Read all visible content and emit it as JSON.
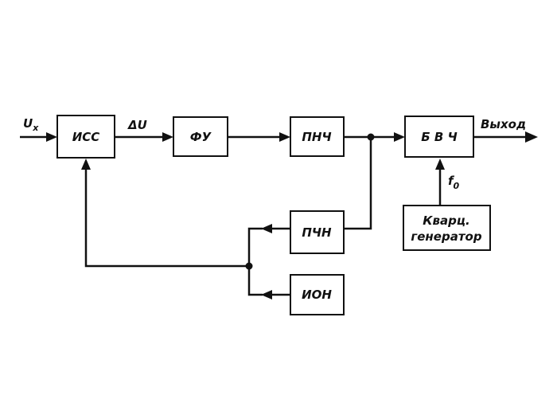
{
  "blocks": {
    "iss": "ИСС",
    "fu": "ФУ",
    "pnch": "ПНЧ",
    "bvch": "Б В Ч",
    "pchn": "ПЧН",
    "ion": "ИОН",
    "quartz_line1": "Кварц.",
    "quartz_line2": "генератор"
  },
  "signals": {
    "input_main": "U",
    "input_sub": "x",
    "delta_u": "ΔU",
    "output": "Выход",
    "f_main": "f",
    "f_sub": "0"
  }
}
